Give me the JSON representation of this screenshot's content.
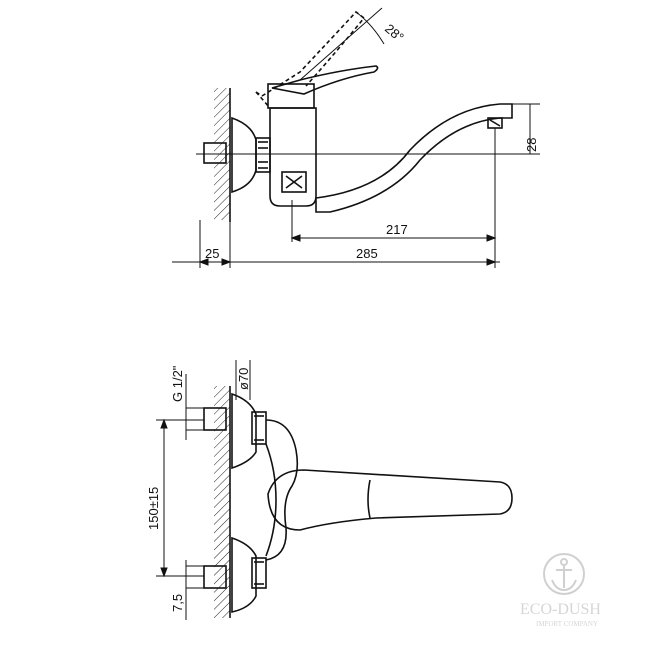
{
  "top_view": {
    "angle_label": "28°",
    "height_label": "28",
    "spout_label": "217",
    "overall_label": "285",
    "wall_label": "25"
  },
  "bottom_view": {
    "thread_label": "G 1/2\"",
    "diameter_label": "ø70",
    "spacing_label": "150±15",
    "offset_label": "7,5"
  },
  "watermark": {
    "brand": "ECO-DUSH",
    "tagline": "IMPORT COMPANY",
    "icon": "anchor-icon"
  }
}
